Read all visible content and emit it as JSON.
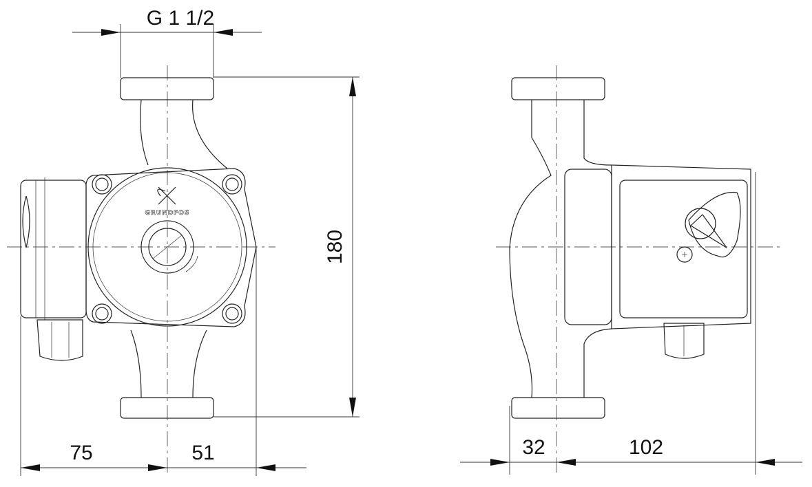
{
  "dimensions": {
    "connection": "G 1 1/2",
    "height": "180",
    "left_width": "75",
    "right_width": "51",
    "side_offset": "32",
    "side_depth": "102"
  },
  "logo_text": "GRUNDFOS",
  "colors": {
    "line": "#222222",
    "background": "#ffffff"
  }
}
